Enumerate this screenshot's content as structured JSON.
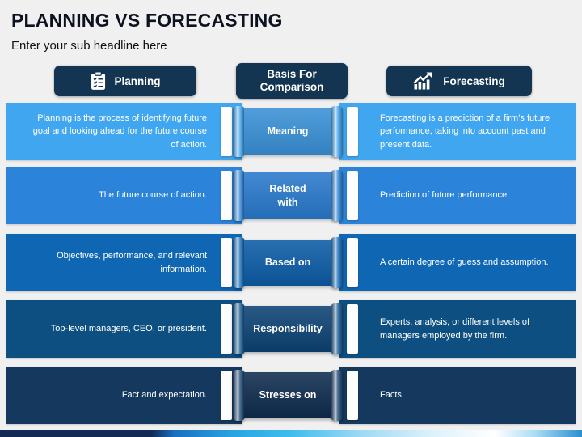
{
  "slide": {
    "title": "PLANNING VS FORECASTING",
    "subtitle": "Enter your sub headline here"
  },
  "headers": {
    "planning": {
      "label": "Planning",
      "icon": "clipboard-checklist-icon"
    },
    "basis": {
      "label": "Basis For Comparison"
    },
    "forecasting": {
      "label": "Forecasting",
      "icon": "bar-chart-arrow-icon"
    }
  },
  "rows": [
    {
      "basis": "Meaning",
      "planning": "Planning is the process of identifying future goal and looking ahead for the future course of action.",
      "forecasting": "Forecasting is a prediction of a firm’s future performance, taking into account past and present data.",
      "band_color": "#41a6f0",
      "panel_color": "#3990d6"
    },
    {
      "basis": "Related\nwith",
      "planning": "The future course of action.",
      "forecasting": "Prediction of future performance.",
      "band_color": "#2c84da",
      "panel_color": "#2979cc"
    },
    {
      "basis": "Based on",
      "planning": "Objectives, performance, and relevant information.",
      "forecasting": "A certain degree of guess and assumption.",
      "band_color": "#0f67b4",
      "panel_color": "#0c5ca6"
    },
    {
      "basis": "Responsibility",
      "planning": "Top-level managers, CEO, or president.",
      "forecasting": "Experts, analysis, or different levels of managers employed by the firm.",
      "band_color": "#0e4f82",
      "panel_color": "#0c4273"
    },
    {
      "basis": "Stresses on",
      "planning": "Fact and expectation.",
      "forecasting": "Facts",
      "band_color": "#15395e",
      "panel_color": "#0e2c4e"
    }
  ],
  "colors": {
    "background": "#f0f0f0",
    "pill": "#133551",
    "title_text": "#0d1220",
    "bottom_bar_stops": [
      "#122a54 0%",
      "#122a54 26%",
      "#1a6fc2 30%",
      "#28a4e2 40%",
      "#3fbcee 50%",
      "#9ed9f4 62%",
      "#dbf1fb 74%",
      "#ffffff 85%",
      "#aadcf5 92%",
      "#2a8fd0 100%"
    ]
  }
}
